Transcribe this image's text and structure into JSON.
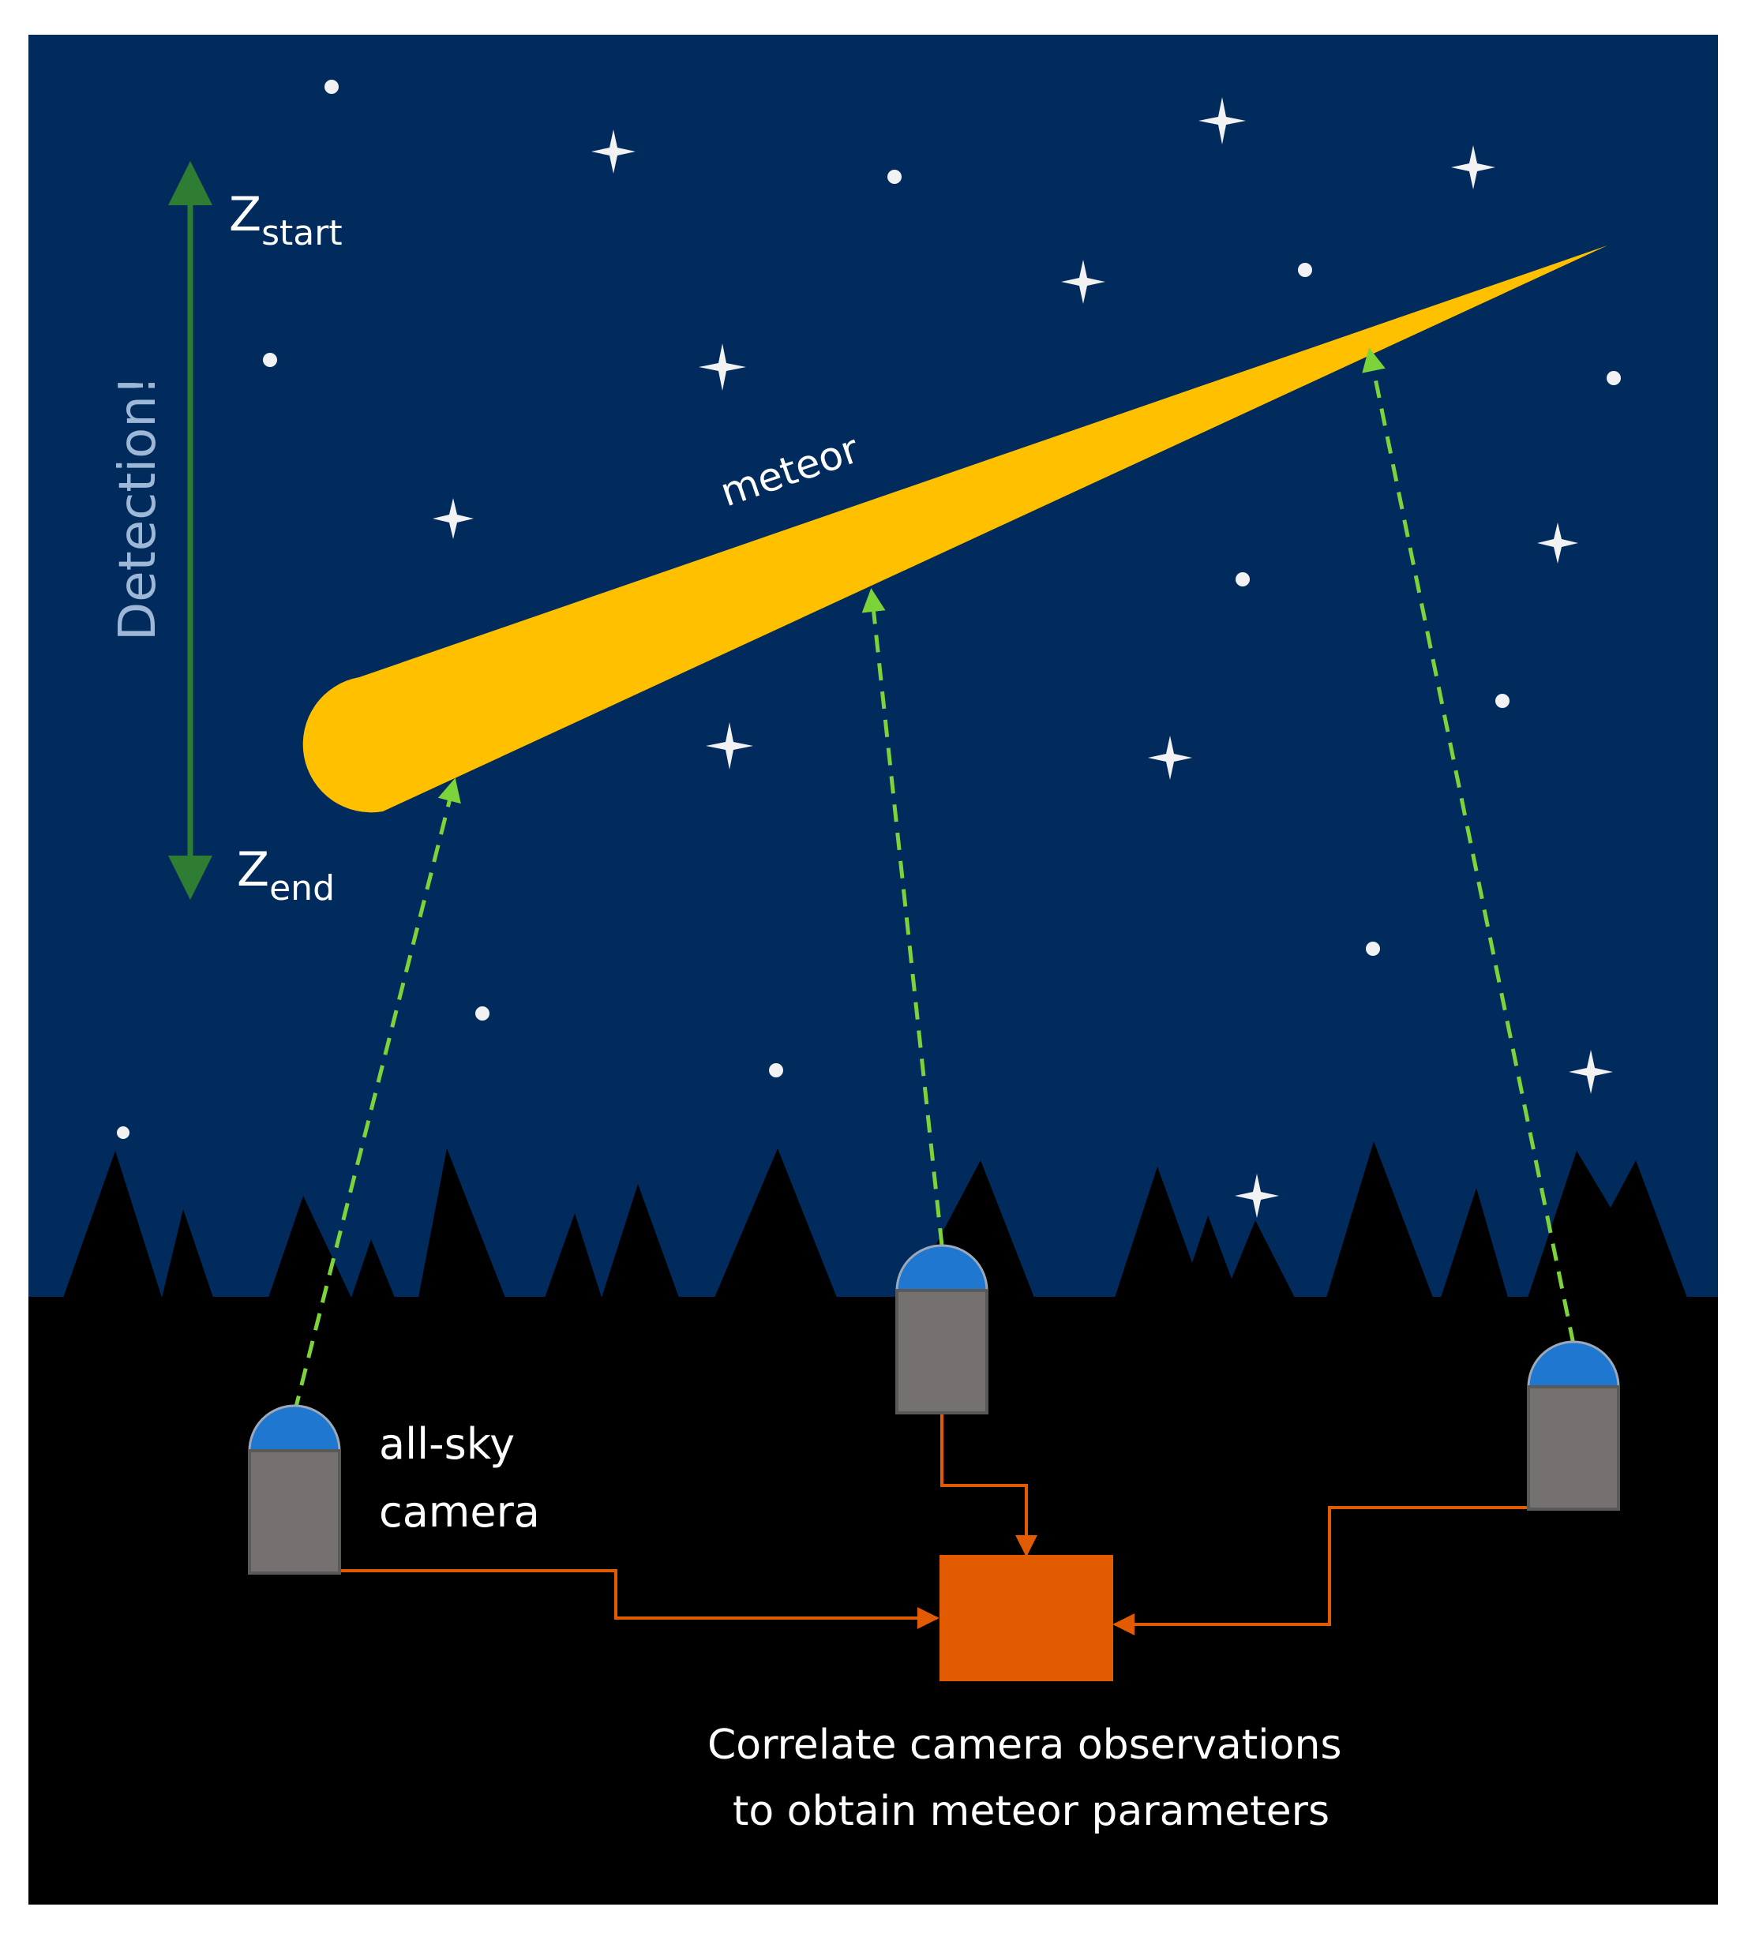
{
  "labels": {
    "detection": "Detection!",
    "z_start": "Z",
    "z_start_sub": "start",
    "z_end": "Z",
    "z_end_sub": "end",
    "meteor": "meteor",
    "camera_line1": "all-sky",
    "camera_line2": "camera",
    "caption_line1": "Correlate camera observations",
    "caption_line2": "to obtain meteor parameters"
  },
  "colors": {
    "sky": "#002B5C",
    "ground": "#000000",
    "meteor": "#FFC000",
    "star": "#F2F2F2",
    "detection_arrow": "#2E7D32",
    "sight_line": "#7CD33A",
    "camera_body": "#757170",
    "camera_dome": "#1F77D0",
    "connector": "#E35B00",
    "processor": "#E35B00",
    "label_text": "#FFFFFF",
    "detection_text": "#9DB7D6"
  },
  "icons": {
    "star_cross": "four-point-star-icon",
    "star_dot": "star-dot-icon",
    "camera": "all-sky-camera-icon",
    "processor": "processing-unit-icon"
  }
}
